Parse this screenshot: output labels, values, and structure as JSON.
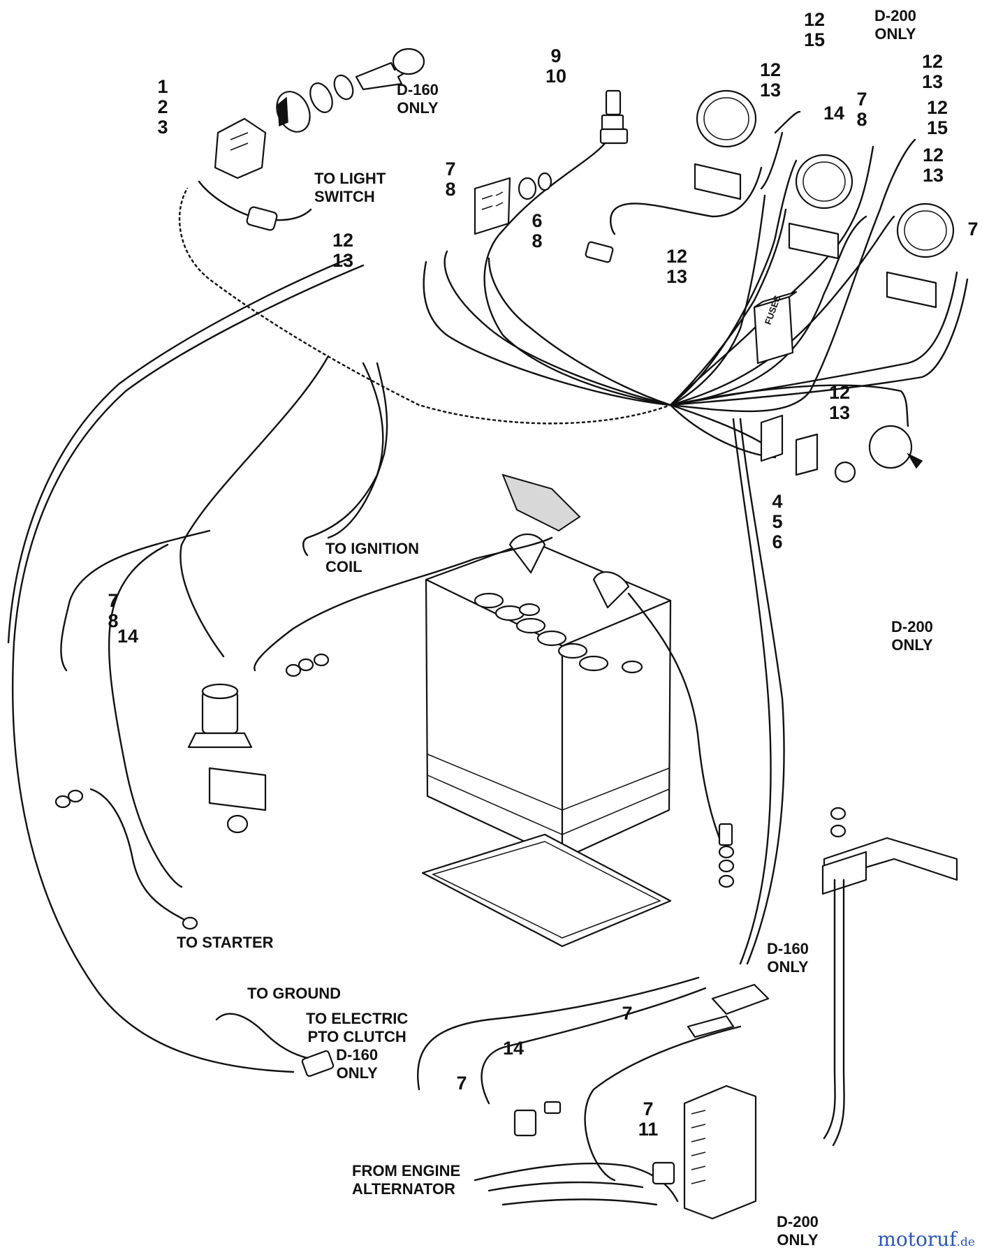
{
  "labels": {
    "light_switch": "TO LIGHT\nSWITCH",
    "ignition_coil": "TO IGNITION\nCOIL",
    "starter": "TO STARTER",
    "ground": "TO GROUND",
    "pto_clutch": "TO ELECTRIC\nPTO CLUTCH\nD-160\nONLY",
    "engine_alternator": "FROM ENGINE\nALTERNATOR",
    "d160_top": "D-160\nONLY",
    "d200_top": "D-200\nONLY",
    "d200_right": "D-200\nONLY",
    "d160_lower": "D-160\nONLY",
    "d200_bottom": "D-200\nONLY",
    "fuses": "FUSES"
  },
  "callouts": {
    "c_1_2_3": [
      "1",
      "2",
      "3"
    ],
    "c_12_13_light": [
      "12",
      "13"
    ],
    "c_7_8_top": [
      "7",
      "8"
    ],
    "c_9_10": [
      "9",
      "10"
    ],
    "c_6_8": [
      "6",
      "8"
    ],
    "c_12_13_mid": [
      "12",
      "13"
    ],
    "c_12_15_top": [
      "12",
      "15"
    ],
    "c_12_13_gauge1": [
      "12",
      "13"
    ],
    "c_14_top": [
      "14"
    ],
    "c_7_8_right": [
      "7",
      "8"
    ],
    "c_12_13_right": [
      "12",
      "13"
    ],
    "c_12_15_right": [
      "12",
      "15"
    ],
    "c_12_13_right2": [
      "12",
      "13"
    ],
    "c_7_far": [
      "7"
    ],
    "c_12_13_oil": [
      "12",
      "13"
    ],
    "c_4_5_6": [
      "4",
      "5",
      "6"
    ],
    "c_7_8_left": [
      "7",
      "8"
    ],
    "c_14_left": [
      "14"
    ],
    "c_7_mid": [
      "7"
    ],
    "c_14_bottom": [
      "14"
    ],
    "c_7_bottom": [
      "7"
    ],
    "c_7_11": [
      "7",
      "11"
    ]
  },
  "watermark": {
    "part1": "motoruf",
    "part2": ".de"
  }
}
